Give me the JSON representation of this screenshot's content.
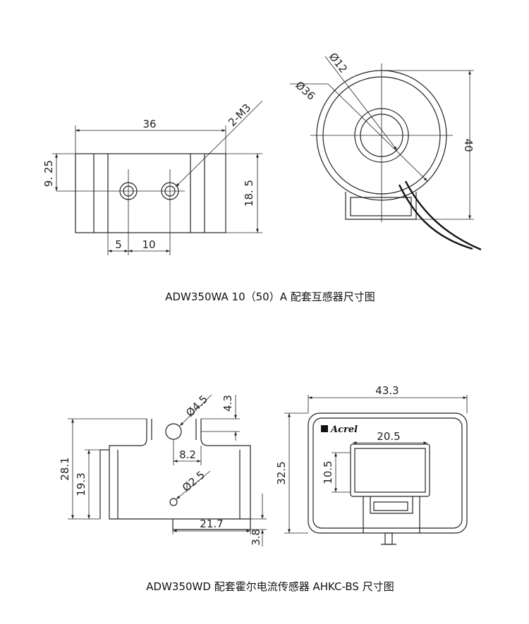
{
  "figure1": {
    "caption": "ADW350WA 10（50）A 配套互感器尺寸图",
    "dims": {
      "width": "36",
      "hole_offset": "9. 25",
      "height": "18. 5",
      "thread": "2-M3",
      "left_offset": "5",
      "hole_spacing": "10",
      "outer_dia": "Ø36",
      "inner_dia": "Ø12",
      "total_height": "40"
    }
  },
  "figure2": {
    "caption": "ADW350WD 配套霍尔电流传感器 AHKC-BS 尺寸图",
    "brand": "Acrel",
    "dims": {
      "hole_dia": "Ø4.5",
      "top_offset": "4.3",
      "overall_height": "28.1",
      "body_height": "19.3",
      "hole_pos": "8.2",
      "small_hole": "Ø2.5",
      "base_length": "21.7",
      "base_offset": "3.8",
      "width": "43.3",
      "window_width": "20.5",
      "window_height": "10.5",
      "height": "32.5"
    }
  }
}
